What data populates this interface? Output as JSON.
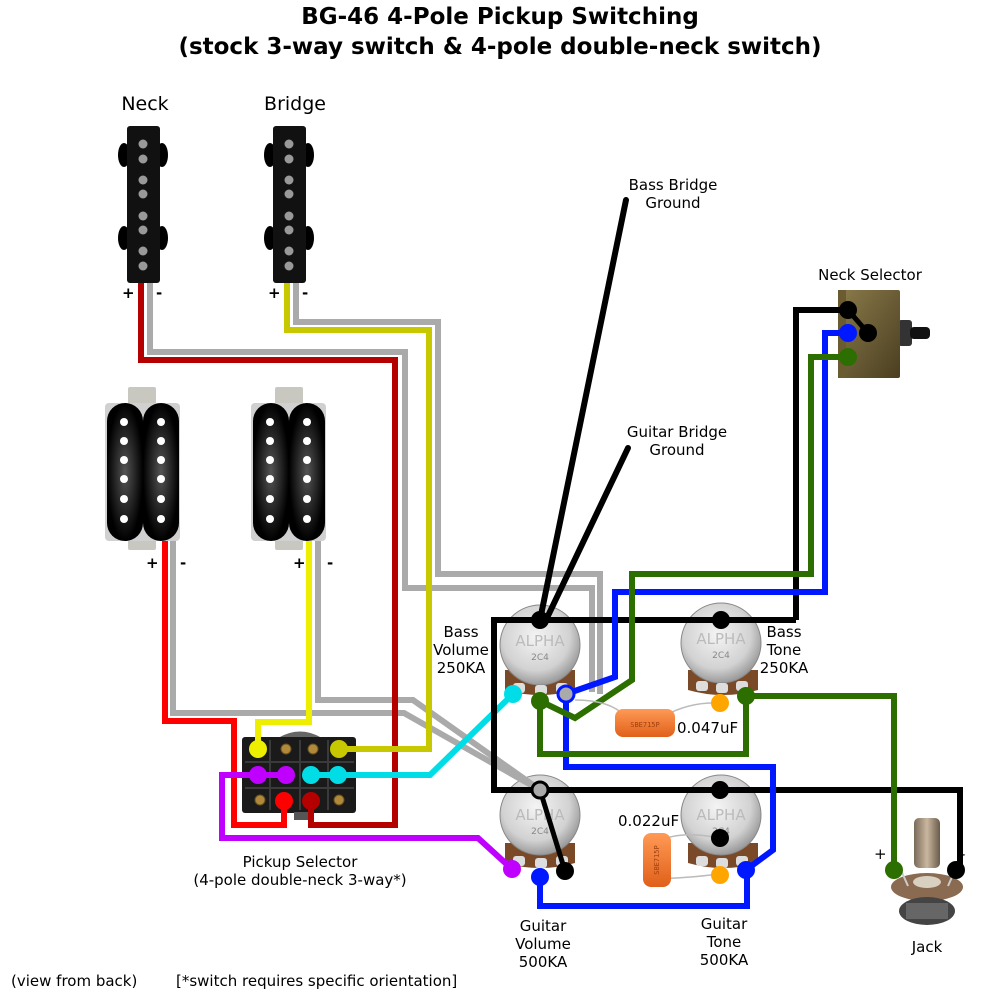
{
  "title": {
    "line1": "BG-46 4-Pole Pickup Switching",
    "line2": "(stock 3-way switch & 4-pole double-neck switch)"
  },
  "pickups": {
    "bass_neck": {
      "label": "Neck",
      "plus": "+",
      "minus": "-",
      "hot_color": "#b50000",
      "ground_color": "#aaaaaa"
    },
    "bass_bridge": {
      "label": "Bridge",
      "plus": "+",
      "minus": "-",
      "hot_color": "#c8c800",
      "ground_color": "#aaaaaa"
    },
    "guitar_neck": {
      "plus": "+",
      "minus": "-",
      "hot_color": "#ff0000",
      "ground_color": "#aaaaaa"
    },
    "guitar_bridge": {
      "plus": "+",
      "minus": "-",
      "hot_color": "#eeee00",
      "ground_color": "#aaaaaa"
    }
  },
  "grounds": {
    "bass_bridge": {
      "line1": "Bass Bridge",
      "line2": "Ground"
    },
    "guitar_bridge": {
      "line1": "Guitar Bridge",
      "line2": "Ground"
    }
  },
  "neck_selector": {
    "label": "Neck Selector"
  },
  "pickup_selector": {
    "line1": "Pickup Selector",
    "line2": "(4-pole double-neck 3-way*)"
  },
  "pots": {
    "bass_volume": {
      "line1": "Bass",
      "line2": "Volume",
      "line3": "250KA",
      "brand": "ALPHA",
      "code": "2C4"
    },
    "bass_tone": {
      "line1": "Bass",
      "line2": "Tone",
      "line3": "250KA",
      "brand": "ALPHA",
      "code": "2C4"
    },
    "guitar_volume": {
      "line1": "Guitar",
      "line2": "Volume",
      "line3": "500KA",
      "brand": "ALPHA",
      "code": "2C4"
    },
    "guitar_tone": {
      "line1": "Guitar",
      "line2": "Tone",
      "line3": "500KA",
      "brand": "ALPHA",
      "code": "2C4"
    }
  },
  "capacitors": {
    "bass": {
      "value": "0.047uF"
    },
    "guitar": {
      "value": "0.022uF"
    }
  },
  "jack": {
    "label": "Jack",
    "plus": "+",
    "minus": "-"
  },
  "footer": {
    "view_note": "(view from back)",
    "switch_note": "[*switch requires specific orientation]"
  },
  "wire_colors": {
    "black": "#000000",
    "gray": "#aaaaaa",
    "dark_red": "#b50000",
    "red": "#ff0000",
    "olive_yellow": "#c8c800",
    "yellow": "#eeee00",
    "cyan": "#00dde6",
    "purple": "#c000ff",
    "blue": "#0018ff",
    "green": "#2d6e00",
    "orange": "#ffa500"
  }
}
